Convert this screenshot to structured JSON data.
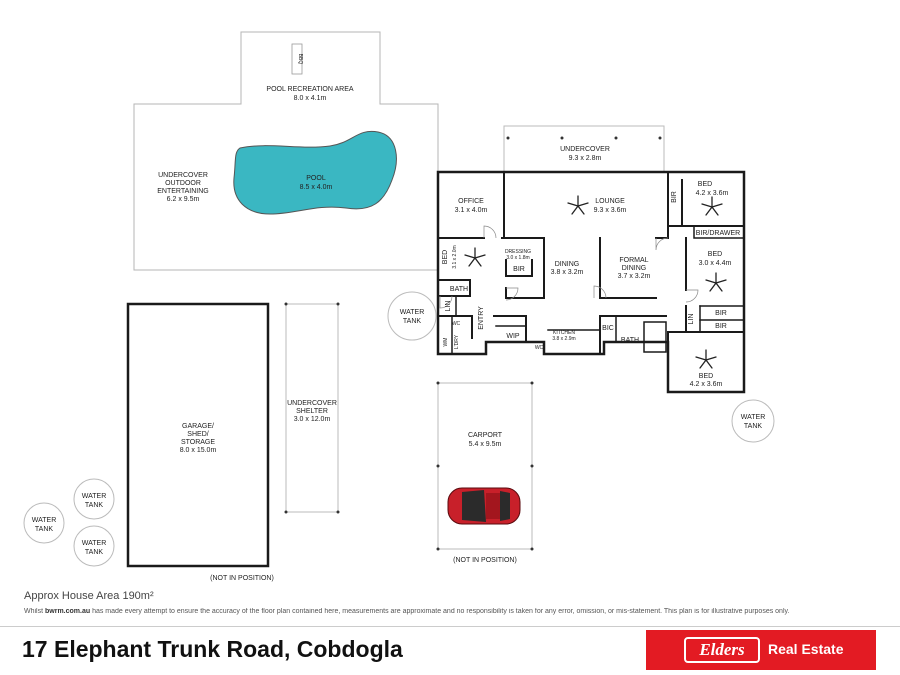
{
  "rooms": {
    "bbq": "BBQ",
    "pool_recreation": {
      "name": "POOL RECREATION AREA",
      "size": "8.0 x 4.1m"
    },
    "undercover_outdoor": {
      "line1": "UNDERCOVER",
      "line2": "OUTDOOR",
      "line3": "ENTERTAINING",
      "size": "6.2 x 9.5m"
    },
    "pool": {
      "name": "POOL",
      "size": "8.5 x 4.0m"
    },
    "undercover_rear": {
      "name": "UNDERCOVER",
      "size": "9.3 x 2.8m"
    },
    "office": {
      "name": "OFFICE",
      "size": "3.1 x 4.0m"
    },
    "lounge": {
      "name": "LOUNGE",
      "size": "9.3 x 3.6m"
    },
    "bed_ne": {
      "name": "BED",
      "size": "4.2 x 3.6m"
    },
    "bir": "BIR",
    "bir_drawer": "BIR/DRAWER",
    "bed_w": {
      "name": "BED",
      "size": "3.1 x 2.0m"
    },
    "dressing": {
      "name": "DRESSING",
      "size": "3.0 x 1.8m"
    },
    "dining": {
      "name": "DINING",
      "size": "3.8 x 3.2m"
    },
    "formal_dining": {
      "line1": "FORMAL",
      "line2": "DINING",
      "size": "3.7 x 3.2m"
    },
    "bed_e": {
      "name": "BED",
      "size": "3.0 x 4.4m"
    },
    "bath": "BATH",
    "lin": "LIN",
    "wc": "WC",
    "entry": "ENTRY",
    "wm": "WM",
    "ldry": "L'DRY",
    "wip": "WIP",
    "kitchen": {
      "name": "KITCHEN",
      "size": "3.8 x 2.9m"
    },
    "bic": "BIC",
    "bed_se": {
      "name": "BED",
      "size": "4.2 x 3.6m"
    },
    "water_tank": {
      "line1": "WATER",
      "line2": "TANK"
    },
    "garage": {
      "line1": "GARAGE/",
      "line2": "SHED/",
      "line3": "STORAGE",
      "size": "8.0 x 15.0m"
    },
    "undercover_shelter": {
      "line1": "UNDERCOVER",
      "line2": "SHELTER",
      "size": "3.0 x 12.0m"
    },
    "carport": {
      "name": "CARPORT",
      "size": "5.4 x 9.5m"
    },
    "not_in_position": "(NOT IN POSITION)"
  },
  "colors": {
    "pool": "#3ab7c2",
    "wall": "#1a1a1a",
    "brand": "#e31b23",
    "car": "#c8202a"
  },
  "footer": {
    "area": "Approx House Area 190m²",
    "disclaimer_pre": "Whilst ",
    "disclaimer_brand": "bwrm.com.au",
    "disclaimer_post": " has made every attempt to ensure the accuracy of the floor plan contained here, measurements are approximate and no responsibility is taken for any error, omission, or mis-statement. This plan is for illustrative purposes only.",
    "address": "17 Elephant Trunk Road, Cobdogla",
    "logo": "Elders",
    "agency": "Real Estate"
  }
}
